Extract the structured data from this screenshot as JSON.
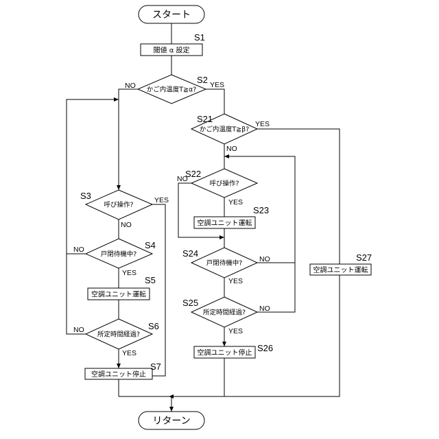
{
  "terminals": {
    "start": "スタート",
    "return": "リターン"
  },
  "steps": {
    "S1": {
      "id": "S1",
      "text": "閾値 α 設定"
    },
    "S2": {
      "id": "S2",
      "text": "かご内温度T≧α?"
    },
    "S21": {
      "id": "S21",
      "text": "かご内温度T≧β?"
    },
    "S22": {
      "id": "S22",
      "text": "呼び操作?"
    },
    "S23": {
      "id": "S23",
      "text": "空調ユニット運転"
    },
    "S24": {
      "id": "S24",
      "text": "戸閉待機中?"
    },
    "S25": {
      "id": "S25",
      "text": "所定時間経過?"
    },
    "S26": {
      "id": "S26",
      "text": "空調ユニット停止"
    },
    "S27": {
      "id": "S27",
      "text": "空調ユニット運転"
    },
    "S3": {
      "id": "S3",
      "text": "呼び操作?"
    },
    "S4": {
      "id": "S4",
      "text": "戸閉待機中?"
    },
    "S5": {
      "id": "S5",
      "text": "空調ユニット運転"
    },
    "S6": {
      "id": "S6",
      "text": "所定時間経過?"
    },
    "S7": {
      "id": "S7",
      "text": "空調ユニット停止"
    }
  },
  "branches": {
    "yes": "YES",
    "no": "NO"
  }
}
